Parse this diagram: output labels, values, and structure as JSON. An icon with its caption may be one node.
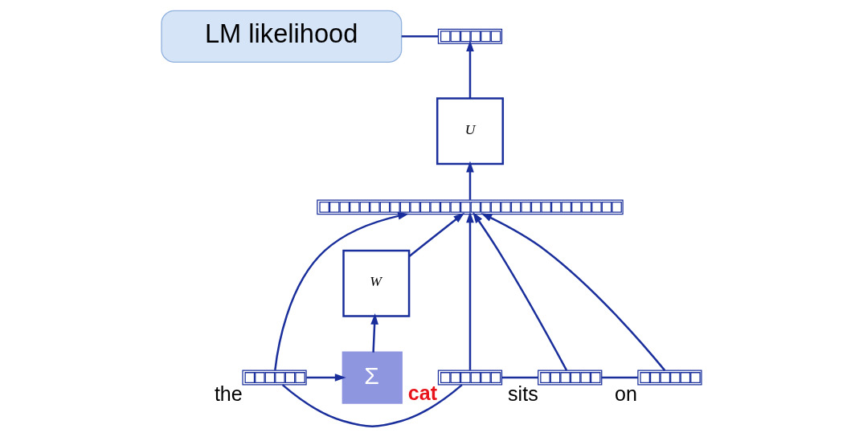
{
  "diagram": {
    "nodes": [
      {
        "text": [
          "LM likelihood"
        ]
      },
      {
        "text": [],
        "shape": "bar"
      },
      {
        "text": [
          "U"
        ]
      },
      {
        "text": [],
        "shape": "bar"
      },
      {
        "text": [
          "W"
        ]
      },
      {
        "text": [
          "Σ"
        ]
      },
      {
        "text": [],
        "shape": "bar",
        "beside": [
          "the"
        ]
      },
      {
        "text": [],
        "shape": "bar",
        "beside": [
          "cat"
        ]
      },
      {
        "text": [],
        "shape": "bar",
        "beside": [
          "sits"
        ]
      },
      {
        "text": [],
        "shape": "bar",
        "beside": [
          "on"
        ]
      }
    ],
    "edges": [
      {
        "from": 0,
        "to": 1,
        "arrow": "none"
      },
      {
        "from": 2,
        "to": 1,
        "arrow": "to"
      },
      {
        "from": 3,
        "to": 2,
        "arrow": "to"
      },
      {
        "from": 4,
        "to": 3,
        "arrow": "to"
      },
      {
        "from": 5,
        "to": 4,
        "arrow": "to"
      },
      {
        "from": 6,
        "to": 5,
        "arrow": "to"
      },
      {
        "from": 7,
        "to": 6,
        "arrow": "none"
      },
      {
        "from": 8,
        "to": 7,
        "arrow": "none"
      },
      {
        "from": 9,
        "to": 8,
        "arrow": "none"
      },
      {
        "from": 6,
        "to": 3,
        "arrow": "to"
      },
      {
        "from": 7,
        "to": 3,
        "arrow": "to"
      },
      {
        "from": 8,
        "to": 3,
        "arrow": "to"
      },
      {
        "from": 9,
        "to": 3,
        "arrow": "to"
      }
    ]
  }
}
